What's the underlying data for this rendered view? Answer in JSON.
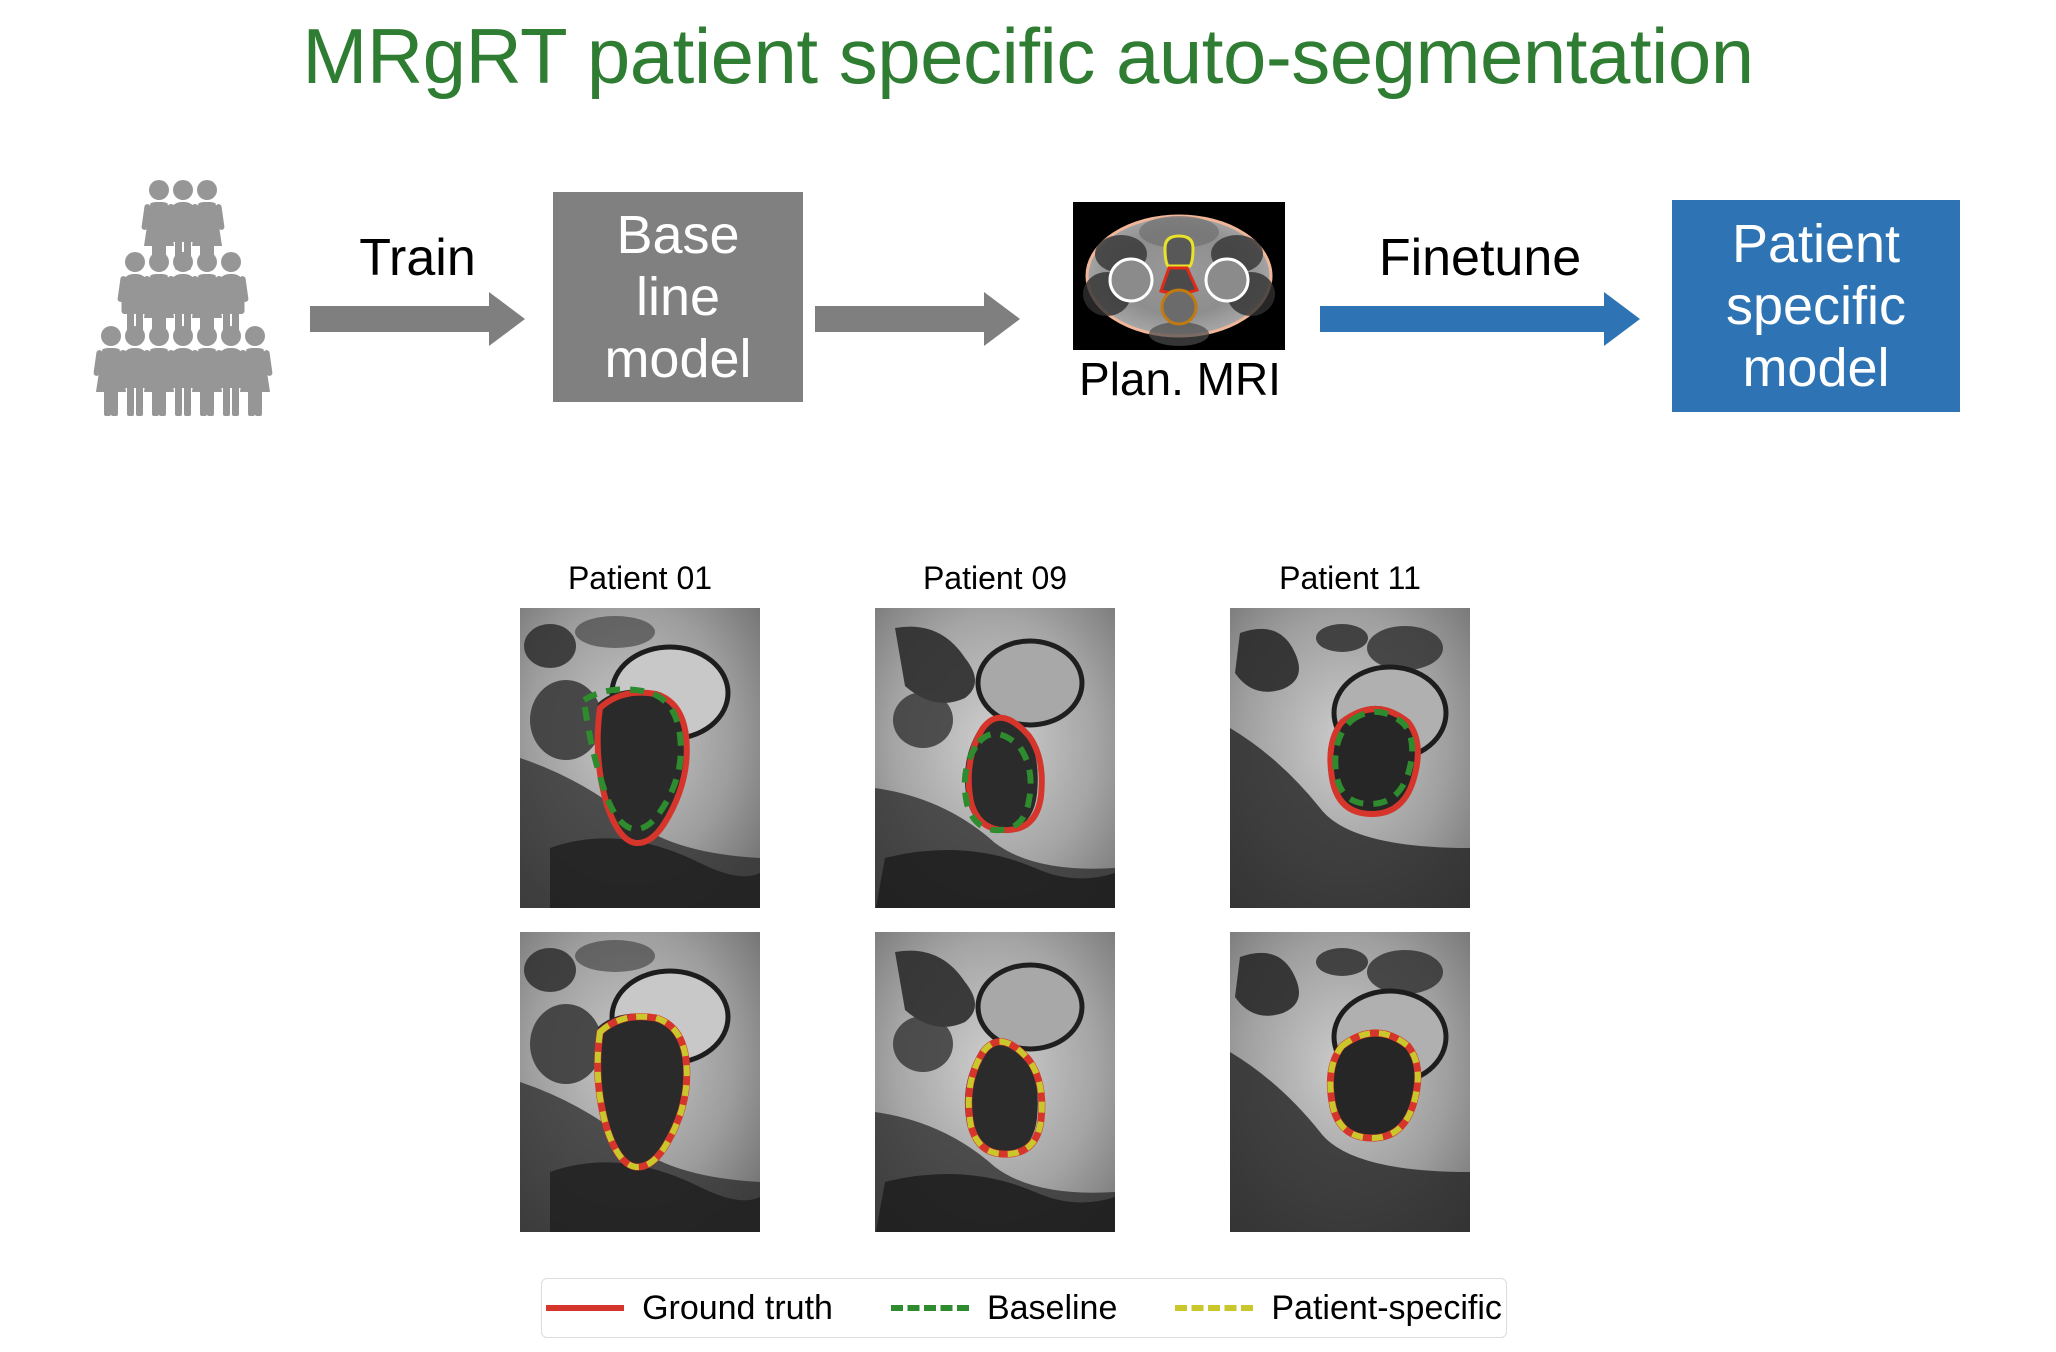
{
  "title": "MRgRT patient specific auto-segmentation",
  "colors": {
    "title_green": "#2F7D32",
    "gray_box": "#808080",
    "gray_arrow": "#7F7F7F",
    "blue_box": "#2E74B5",
    "blue_arrow": "#2E74B5",
    "people_gray": "#969696",
    "ground_truth_red": "#D6352B",
    "baseline_green": "#2E8B2E",
    "patient_specific_yellow": "#C9C72B"
  },
  "flow": {
    "people_icon": "group-of-patients-icon",
    "people_rows": [
      3,
      5,
      7
    ],
    "train_arrow_label": "Train",
    "baseline_box_lines": [
      "Base",
      "line",
      "model"
    ],
    "plan_mri_caption": "Plan. MRI",
    "finetune_arrow_label": "Finetune",
    "patient_box_lines": [
      "Patient",
      "specific",
      "model"
    ]
  },
  "panel": {
    "column_titles": [
      "Patient 01",
      "Patient 09",
      "Patient 11"
    ],
    "rows": [
      {
        "name": "baseline-row",
        "contours": [
          "ground-truth",
          "baseline"
        ]
      },
      {
        "name": "patient-specific-row",
        "contours": [
          "ground-truth",
          "patient-specific"
        ]
      }
    ]
  },
  "legend": {
    "items": [
      {
        "label": "Ground truth",
        "style": "solid",
        "color": "#D6352B"
      },
      {
        "label": "Baseline",
        "style": "dashed",
        "color": "#2E8B2E"
      },
      {
        "label": "Patient-specific",
        "style": "dashed",
        "color": "#C9C72B"
      }
    ]
  }
}
